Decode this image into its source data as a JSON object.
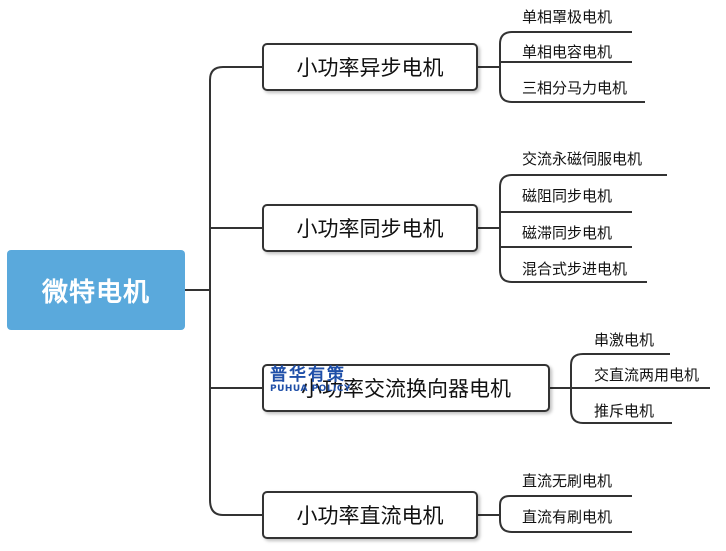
{
  "root": {
    "label": "微特电机"
  },
  "branches": [
    {
      "label": "小功率异步电机",
      "leaves": [
        "单相罩极电机",
        "单相电容电机",
        "三相分马力电机"
      ]
    },
    {
      "label": "小功率同步电机",
      "leaves": [
        "交流永磁伺服电机",
        "磁阻同步电机",
        "磁滞同步电机",
        "混合式步进电机"
      ]
    },
    {
      "label": "小功率交流换向器电机",
      "leaves": [
        "串激电机",
        "交直流两用电机",
        "推斥电机"
      ]
    },
    {
      "label": "小功率直流电机",
      "leaves": [
        "直流无刷电机",
        "直流有刷电机"
      ]
    }
  ],
  "watermark": {
    "brand_cn": "普华有策",
    "brand_en": "PUHUA POLICY"
  },
  "colors": {
    "root_fill": "#5aa9dc",
    "line": "#333333",
    "watermark": "#1f4fa8"
  }
}
